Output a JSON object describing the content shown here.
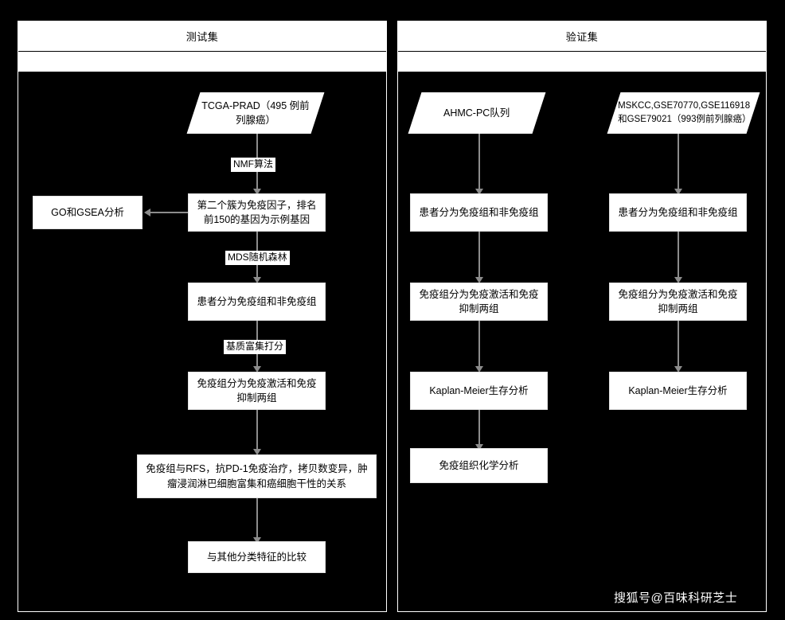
{
  "panels": [
    {
      "title": "测试集"
    },
    {
      "title": "验证集"
    }
  ],
  "test_flow": {
    "start": "TCGA-PRAD（495 例前列腺癌）",
    "label_nmf": "NMF算法",
    "node_cluster": "第二个簇为免疫因子，排名前150的基因为示例基因",
    "node_go": "GO和GSEA分析",
    "label_mds": "MDS随机森林",
    "node_group": "患者分为免疫组和非免疫组",
    "label_score": "基质富集打分",
    "node_subgroup": "免疫组分为免疫激活和免疫抑制两组",
    "node_relations": "免疫组与RFS，抗PD-1免疫治疗，拷贝数变异，肿瘤浸润淋巴细胞富集和癌细胞干性的关系",
    "node_compare": "与其他分类特征的比较"
  },
  "valid_flow_left": {
    "start": "AHMC-PC队列",
    "node_group": "患者分为免疫组和非免疫组",
    "node_subgroup": "免疫组分为免疫激活和免疫抑制两组",
    "node_km": "Kaplan-Meier生存分析",
    "node_ihc": "免疫组织化学分析"
  },
  "valid_flow_right": {
    "start": "MSKCC,GSE70770,GSE116918和GSE79021（993例前列腺癌）",
    "node_group": "患者分为免疫组和非免疫组",
    "node_subgroup": "免疫组分为免疫激活和免疫抑制两组",
    "node_km": "Kaplan-Meier生存分析"
  },
  "watermark": "搜狐号@百味科研芝士",
  "colors": {
    "background": "#000000",
    "node_fill": "#ffffff",
    "node_text": "#000000",
    "arrow": "#8c8c8c",
    "border": "#ffffff"
  }
}
